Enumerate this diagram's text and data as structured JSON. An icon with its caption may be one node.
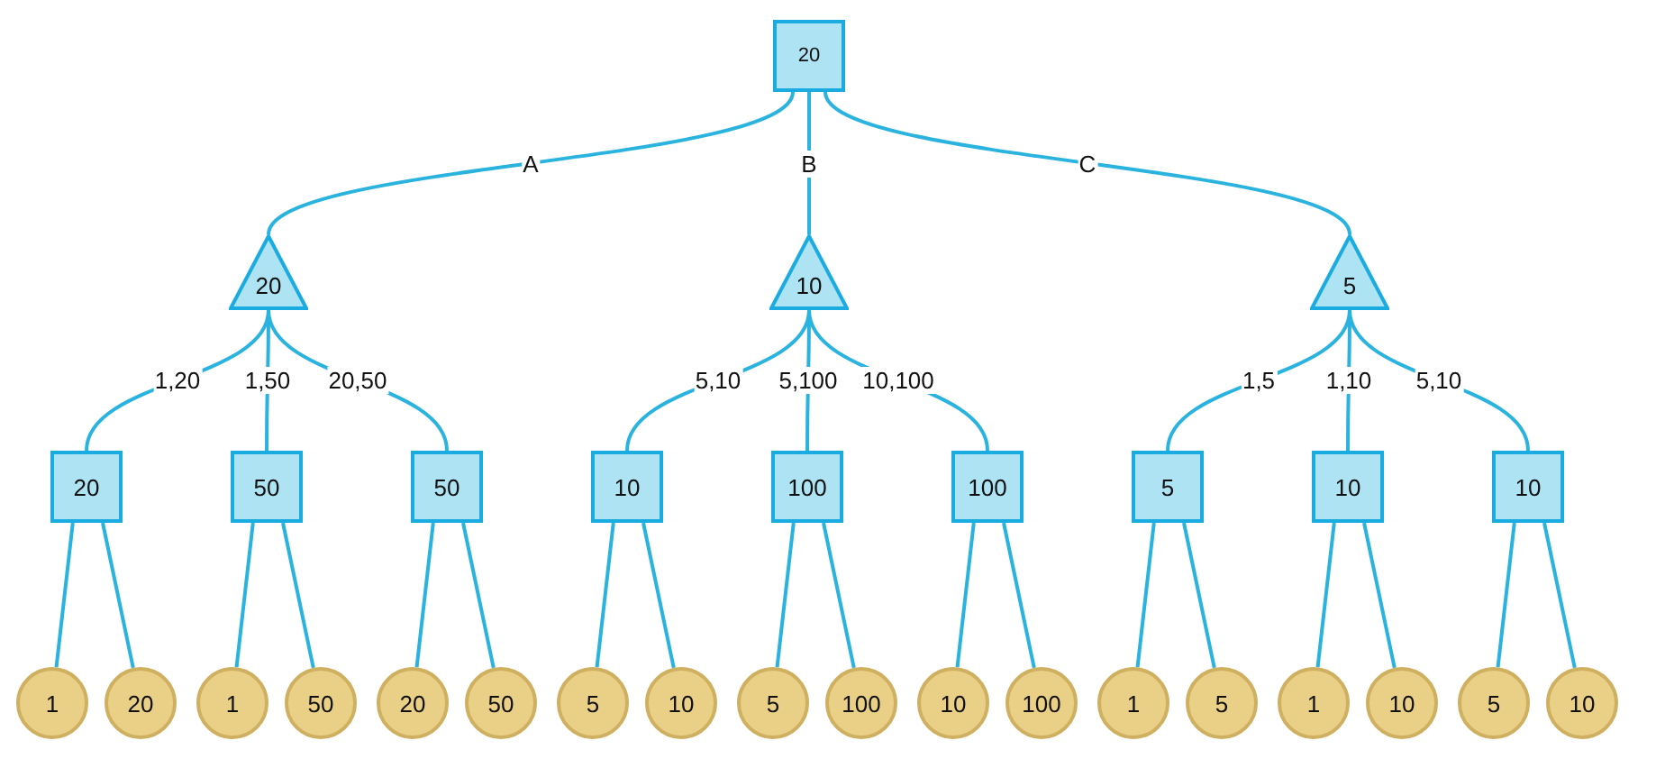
{
  "diagram": {
    "nodes": [
      {
        "text": [
          "20"
        ]
      },
      {
        "text": [
          "20"
        ]
      },
      {
        "text": [
          "10"
        ]
      },
      {
        "text": [
          "5"
        ]
      },
      {
        "text": [
          "20"
        ]
      },
      {
        "text": [
          "50"
        ]
      },
      {
        "text": [
          "50"
        ]
      },
      {
        "text": [
          "10"
        ]
      },
      {
        "text": [
          "100"
        ]
      },
      {
        "text": [
          "100"
        ]
      },
      {
        "text": [
          "5"
        ]
      },
      {
        "text": [
          "10"
        ]
      },
      {
        "text": [
          "10"
        ]
      },
      {
        "text": [
          "1"
        ]
      },
      {
        "text": [
          "20"
        ]
      },
      {
        "text": [
          "1"
        ]
      },
      {
        "text": [
          "50"
        ]
      },
      {
        "text": [
          "20"
        ]
      },
      {
        "text": [
          "50"
        ]
      },
      {
        "text": [
          "5"
        ]
      },
      {
        "text": [
          "10"
        ]
      },
      {
        "text": [
          "5"
        ]
      },
      {
        "text": [
          "100"
        ]
      },
      {
        "text": [
          "10"
        ]
      },
      {
        "text": [
          "100"
        ]
      },
      {
        "text": [
          "1"
        ]
      },
      {
        "text": [
          "5"
        ]
      },
      {
        "text": [
          "1"
        ]
      },
      {
        "text": [
          "10"
        ]
      },
      {
        "text": [
          "5"
        ]
      },
      {
        "text": [
          "10"
        ]
      }
    ],
    "edges": [
      {
        "from": 0,
        "to": 1,
        "arrow": "none",
        "label": "A"
      },
      {
        "from": 0,
        "to": 2,
        "arrow": "none",
        "label": "B"
      },
      {
        "from": 0,
        "to": 3,
        "arrow": "none",
        "label": "C"
      },
      {
        "from": 1,
        "to": 4,
        "arrow": "none",
        "label": "1,20"
      },
      {
        "from": 1,
        "to": 5,
        "arrow": "none",
        "label": "1,50"
      },
      {
        "from": 1,
        "to": 6,
        "arrow": "none",
        "label": "20,50"
      },
      {
        "from": 2,
        "to": 7,
        "arrow": "none",
        "label": "5,10"
      },
      {
        "from": 2,
        "to": 8,
        "arrow": "none",
        "label": "5,100"
      },
      {
        "from": 2,
        "to": 9,
        "arrow": "none",
        "label": "10,100"
      },
      {
        "from": 3,
        "to": 10,
        "arrow": "none",
        "label": "1,5"
      },
      {
        "from": 3,
        "to": 11,
        "arrow": "none",
        "label": "1,10"
      },
      {
        "from": 3,
        "to": 12,
        "arrow": "none",
        "label": "5,10"
      },
      {
        "from": 4,
        "to": 13,
        "arrow": "none"
      },
      {
        "from": 4,
        "to": 14,
        "arrow": "none"
      },
      {
        "from": 5,
        "to": 15,
        "arrow": "none"
      },
      {
        "from": 5,
        "to": 16,
        "arrow": "none"
      },
      {
        "from": 6,
        "to": 17,
        "arrow": "none"
      },
      {
        "from": 6,
        "to": 18,
        "arrow": "none"
      },
      {
        "from": 7,
        "to": 19,
        "arrow": "none"
      },
      {
        "from": 7,
        "to": 20,
        "arrow": "none"
      },
      {
        "from": 8,
        "to": 21,
        "arrow": "none"
      },
      {
        "from": 8,
        "to": 22,
        "arrow": "none"
      },
      {
        "from": 9,
        "to": 23,
        "arrow": "none"
      },
      {
        "from": 9,
        "to": 24,
        "arrow": "none"
      },
      {
        "from": 10,
        "to": 25,
        "arrow": "none"
      },
      {
        "from": 10,
        "to": 26,
        "arrow": "none"
      },
      {
        "from": 11,
        "to": 27,
        "arrow": "none"
      },
      {
        "from": 11,
        "to": 28,
        "arrow": "none"
      },
      {
        "from": 12,
        "to": 29,
        "arrow": "none"
      },
      {
        "from": 12,
        "to": 30,
        "arrow": "none"
      }
    ]
  }
}
